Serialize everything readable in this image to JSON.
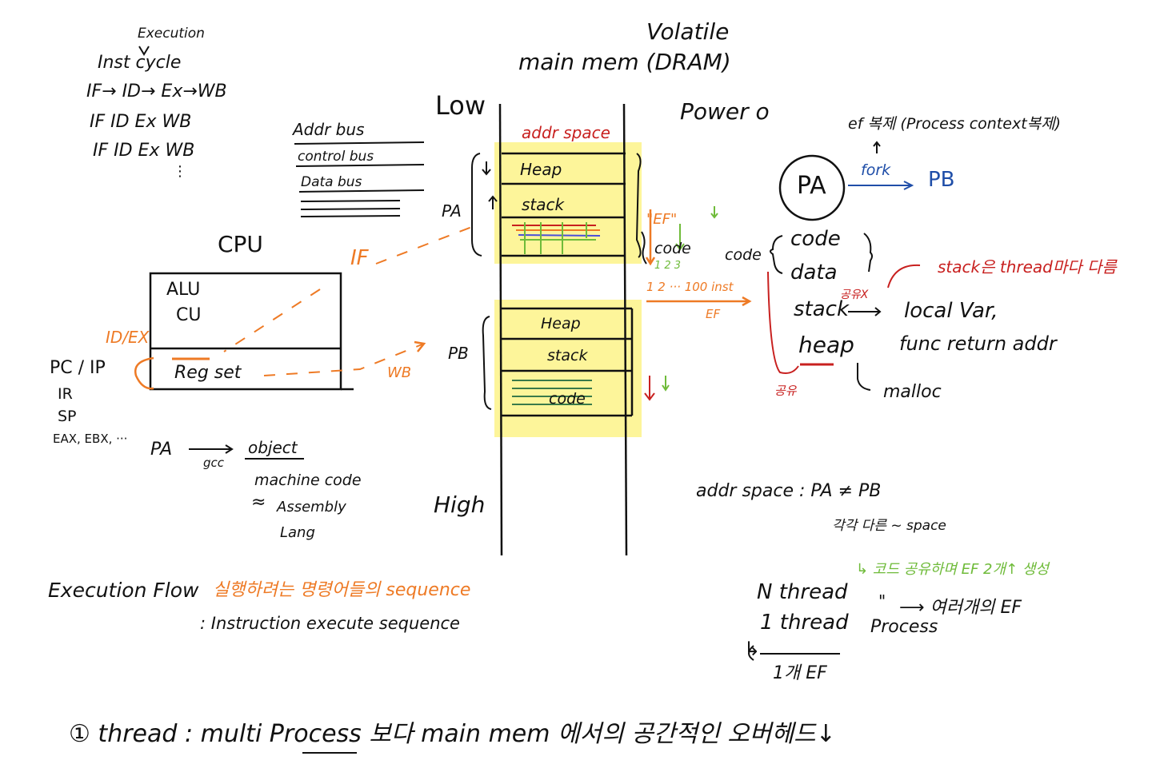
{
  "colors": {
    "ink": "#111111",
    "orange": "#ee7a25",
    "red": "#c8201f",
    "blue": "#1f4ea8",
    "green": "#6fbb3a",
    "yellow": "#fdf59a"
  },
  "inst_cycle": {
    "execution_note": "Execution",
    "title": "Inst cycle",
    "row1": "IF→ ID→ Ex→WB",
    "row2": "IF   ID  Ex  WB",
    "row3": "IF   ID   Ex  WB",
    "dots": "⋮"
  },
  "buses": {
    "addr": "Addr bus",
    "control": "control bus",
    "data": "Data bus"
  },
  "cpu": {
    "title": "CPU",
    "alu": "ALU",
    "cu": "CU",
    "reg_set": "Reg set",
    "id_ex": "ID/EX",
    "if_label": "IF",
    "wb_label": "WB"
  },
  "registers": {
    "pc": "PC / IP",
    "ir": "IR",
    "sp": "SP",
    "general": "EAX, EBX, ···"
  },
  "compile": {
    "pa": "PA",
    "gcc": "gcc",
    "object": "object",
    "machine_code": "machine  code",
    "approx": "≈",
    "assembly": "Assembly",
    "lang": "Lang"
  },
  "memory": {
    "volatile": "Volatile",
    "title": "main  mem  (DRAM)",
    "low": "Low",
    "high": "High",
    "addr_space": "addr space",
    "pa_label": "PA",
    "pb_label": "PB",
    "pa_segments": [
      "Heap",
      "stack"
    ],
    "pb_segments": [
      "Heap",
      "stack",
      "code"
    ]
  },
  "ef_notes": {
    "ef": "\"EF\"",
    "code": "code",
    "nums": "1     2     3",
    "inst_range": "1 2 ··· 100 inst",
    "ef_below": "EF"
  },
  "process": {
    "power": "Power o",
    "copy_note": "ef 복제   (Process context복제)",
    "pa": "PA",
    "fork": "fork",
    "pb": "PB",
    "code_left": "code",
    "segments": [
      "code",
      "data",
      "stack",
      "heap"
    ],
    "shared_x": "공유X",
    "stack_note": "stack은 thread마다 다름",
    "local_var": "local Var,",
    "func_ret": "func  return  addr",
    "malloc": "malloc",
    "shared": "공유"
  },
  "addr_compare": {
    "line": "addr  space :  PA  ≠  PB",
    "sub": "각각  다른  ~ space",
    "green_note": "↳  코드 공유하며  EF  2개↑  생성"
  },
  "threads": {
    "n_thread": "N  thread",
    "one_thread": "1  thread",
    "quote": "\"",
    "arrow_multi": "⟶  여러개의   EF",
    "process": "Process",
    "hook": "↳",
    "one_ef": "1개  EF"
  },
  "flow": {
    "title": "Execution   Flow",
    "korean": "실행하려는  명령어들의  sequence",
    "sub": ": Instruction   execute   sequence"
  },
  "footer": "①  thread :   multi  Process  보다  main  mem 에서의  공간적인  오버헤드↓"
}
